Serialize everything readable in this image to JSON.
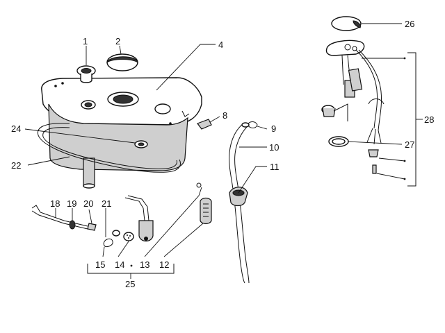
{
  "diagram": {
    "callouts": [
      "1",
      "2",
      "4",
      "8",
      "9",
      "10",
      "11",
      "12",
      "13",
      "14",
      "15",
      "18",
      "19",
      "20",
      "21",
      "22",
      "24",
      "25",
      "26",
      "27",
      "28"
    ]
  }
}
